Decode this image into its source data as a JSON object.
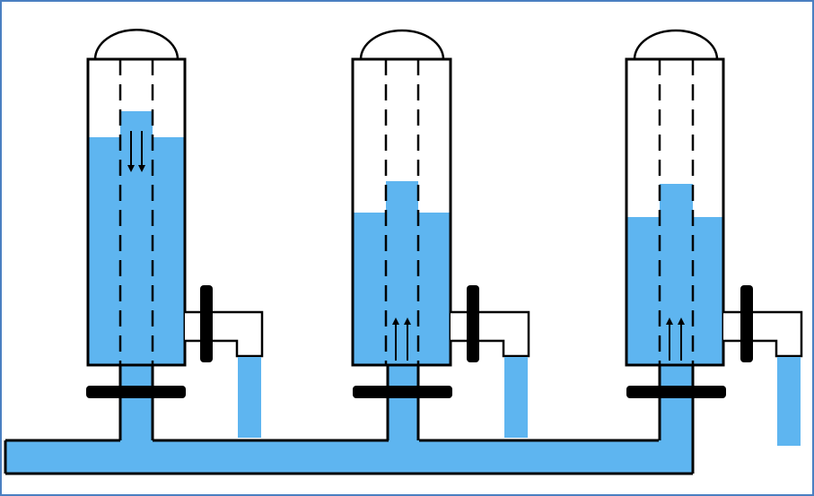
{
  "colors": {
    "water": "#5eb5f0",
    "outline": "#000000",
    "frame": "#4a7fc1",
    "background": "#ffffff"
  },
  "vessels": [
    {
      "id": "vessel-1",
      "flow_direction": "down",
      "water_level_fraction": 0.74
    },
    {
      "id": "vessel-2",
      "flow_direction": "up",
      "water_level_fraction": 0.49
    },
    {
      "id": "vessel-3",
      "flow_direction": "up",
      "water_level_fraction": 0.47
    }
  ]
}
